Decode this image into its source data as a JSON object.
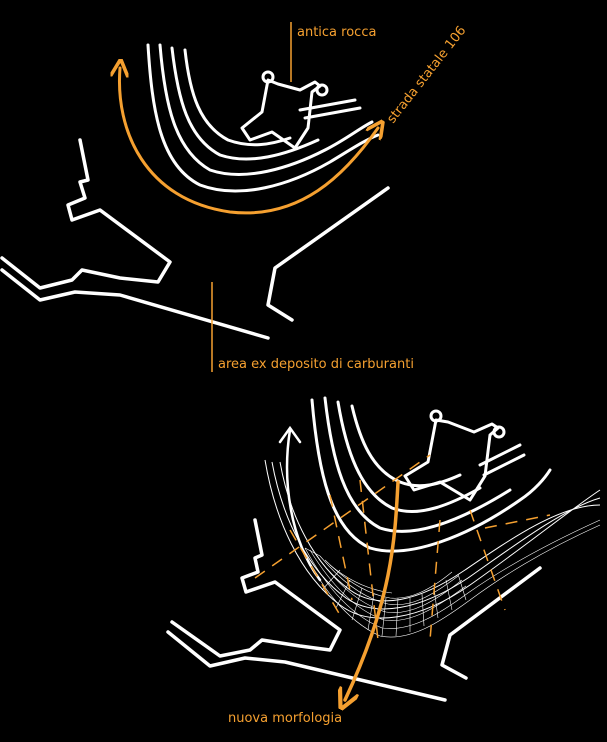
{
  "colors": {
    "background": "#000000",
    "lines": "#ffffff",
    "accent": "#f5a030"
  },
  "labels": {
    "antica_rocca": "antica rocca",
    "strada_statale": "strada statale 106",
    "area_ex_deposito": "area ex deposito di carburanti",
    "nuova_morfologia": "nuova morfologia"
  }
}
